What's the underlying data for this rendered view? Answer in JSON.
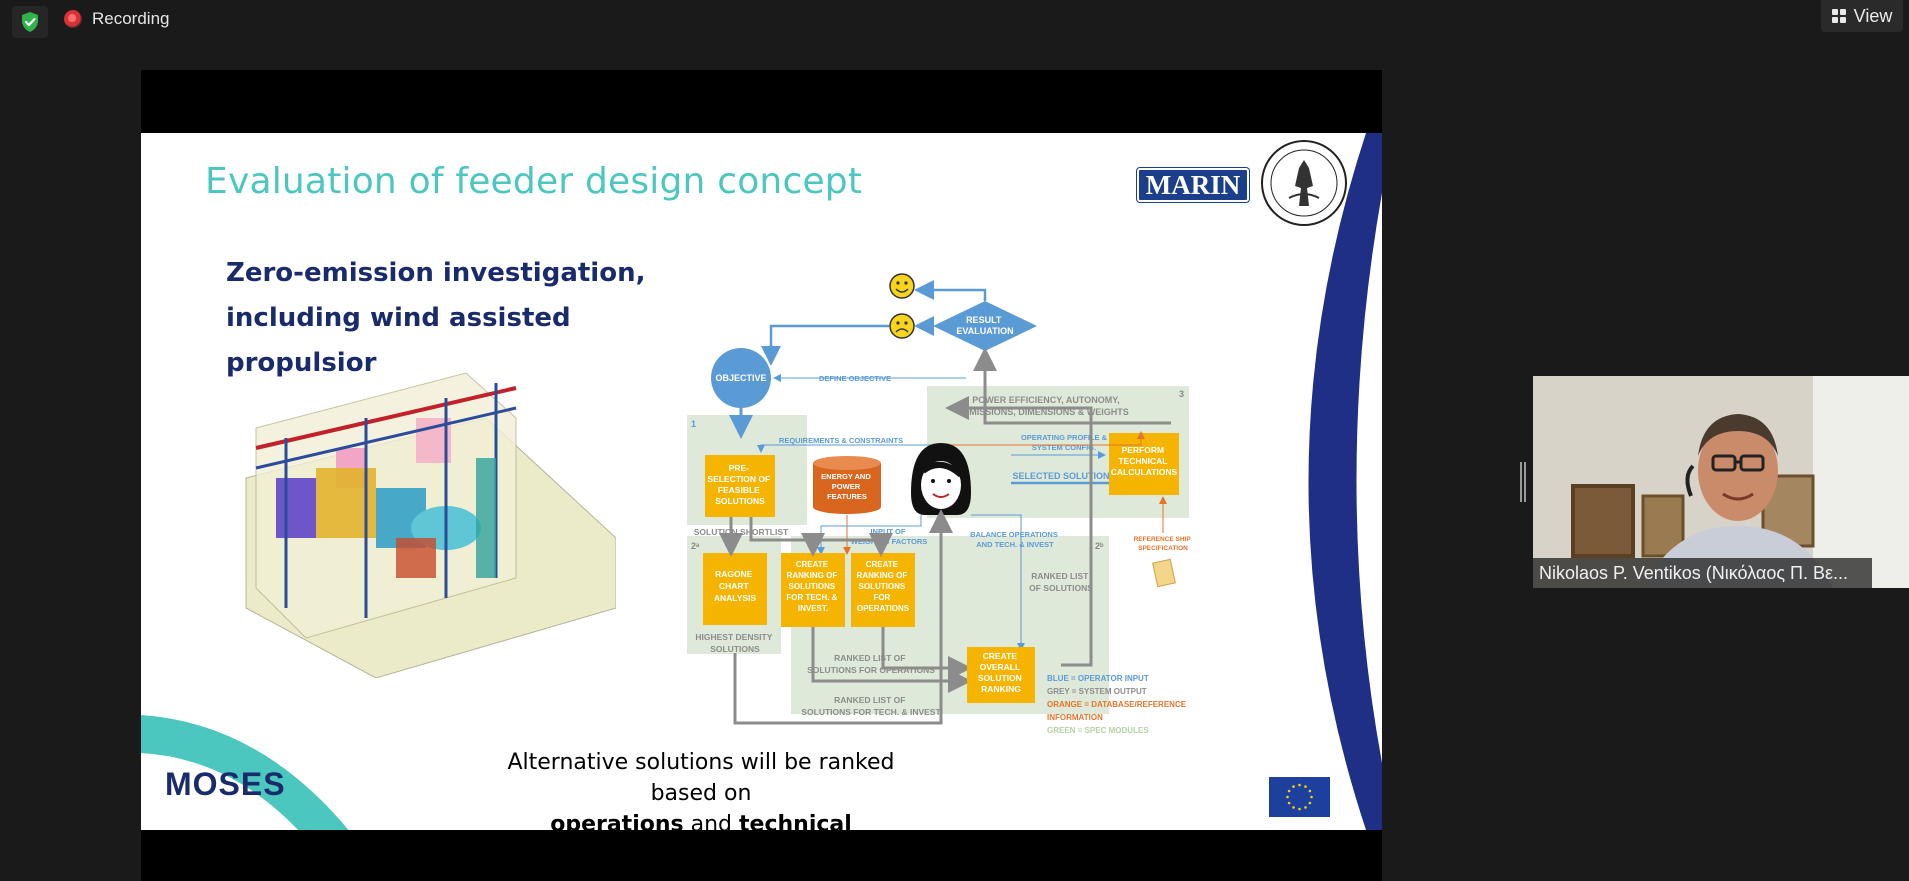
{
  "toolbar": {
    "recording_label": "Recording",
    "view_label": "View"
  },
  "slide": {
    "title": "Evaluation of feeder design concept",
    "heading": "Zero-emission investigation,\nincluding wind assisted propulsior",
    "marin_logo": "MARIN",
    "caption_line1": "Alternative solutions will be ranked based on",
    "caption_bold1": "operations",
    "caption_and": " and ",
    "caption_bold2": "technical investments",
    "moses_logo": "MOSES",
    "diagram": {
      "result_evaluation": "RESULT\nEVALUATION",
      "objective": "OBJECTIVE",
      "define_objective": "DEFINE OBJECTIVE",
      "power_efficiency": "POWER EFFICIENCY, AUTONOMY,",
      "emissions": "EMISSIONS, DIMENSIONS & WEIGHTS",
      "requirements": "REQUIREMENTS & CONSTRAINTS",
      "operating_profile": "OPERATING PROFILE &",
      "system_config": "SYSTEM CONFIG.",
      "selected_solution": "SELECTED SOLUTION",
      "perform_tech": [
        "PERFORM",
        "TECHNICAL",
        "CALCULATIONS"
      ],
      "preselection": [
        "PRE-",
        "SELECTION OF",
        "FEASIBLE",
        "SOLUTIONS"
      ],
      "energy_power": [
        "ENERGY AND",
        "POWER",
        "FEATURES"
      ],
      "solution_shortlist": "SOLUTION SHORTLIST",
      "input_weighing": [
        "INPUT OF",
        "WEIGHING FACTORS"
      ],
      "balance_ops": [
        "BALANCE OPERATIONS",
        "AND TECH. & INVEST"
      ],
      "reference_ship": [
        "REFERENCE SHIP",
        "SPECIFICATION"
      ],
      "ragone": [
        "RAGONE",
        "CHART",
        "ANALYSIS"
      ],
      "ranking_tech": [
        "CREATE",
        "RANKING OF",
        "SOLUTIONS",
        "FOR TECH. &",
        "INVEST."
      ],
      "ranking_ops": [
        "CREATE",
        "RANKING OF",
        "SOLUTIONS",
        "FOR",
        "OPERATIONS"
      ],
      "ranked_list_solutions": [
        "RANKED LIST",
        "OF SOLUTIONS"
      ],
      "highest_density": [
        "HIGHEST DENSITY",
        "SOLUTIONS"
      ],
      "ranked_list_ops": [
        "RANKED LIST OF",
        "SOLUTIONS FOR OPERATIONS"
      ],
      "overall_ranking": [
        "CREATE",
        "OVERALL",
        "SOLUTION",
        "RANKING"
      ],
      "ranked_list_tech": [
        "RANKED LIST OF",
        "SOLUTIONS FOR TECH. & INVEST"
      ],
      "legend": {
        "blue": "BLUE = OPERATOR INPUT",
        "grey": "GREY = SYSTEM OUTPUT",
        "orange1": "ORANGE = DATABASE/REFERENCE",
        "orange2": "INFORMATION",
        "green": "GREEN = SPEC MODULES"
      },
      "num_1": "1",
      "num_2a": "2ᵃ",
      "num_2b": "2ᵇ",
      "num_3": "3"
    }
  },
  "participant": {
    "name": "Nikolaos P. Ventikos (Νικόλαος Π. Βε..."
  },
  "colors": {
    "title_teal": "#4cc7c0",
    "navy": "#1a2b6b",
    "box_orange": "#f5b400",
    "db_orange": "#d9661f",
    "blue": "#5b9bd5",
    "grey": "#8c8c8c",
    "green_panel": "#dfe9d9"
  }
}
